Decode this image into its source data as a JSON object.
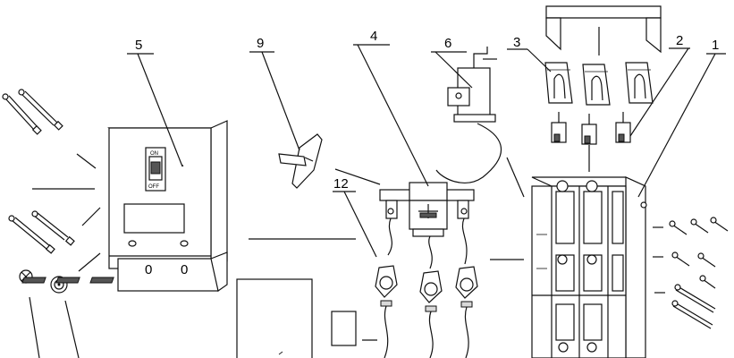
{
  "callouts": [
    "1",
    "2",
    "3",
    "4",
    "5",
    "6",
    "9",
    "12"
  ],
  "switch_labels": {
    "on": "ON",
    "off": "OFF"
  },
  "front_marks": [
    "0",
    "0"
  ]
}
